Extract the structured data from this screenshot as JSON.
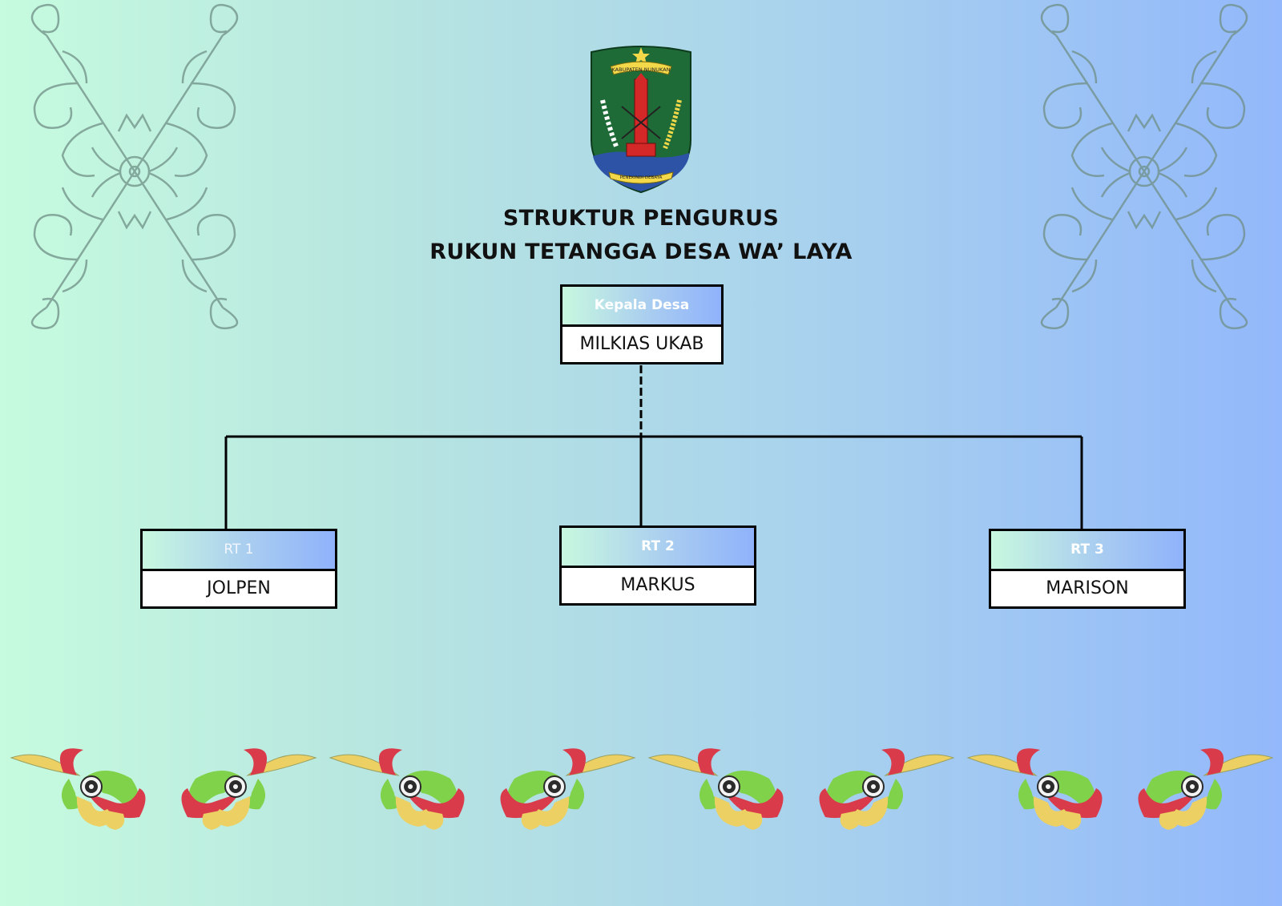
{
  "emblem": {
    "name": "kabupaten-nunukan-emblem",
    "banner_top": "KABUPATEN NUNUKAN",
    "banner_bottom": "PENEKINDI DEBAYA",
    "colors": {
      "shield": "#1e6b37",
      "water": "#2c53a6",
      "tower": "#d42727",
      "ribbon": "#f3d84a"
    }
  },
  "title": {
    "line1": "STRUKTUR PENGURUS",
    "line2": "RUKUN TETANGGA DESA WA’ LAYA"
  },
  "org_chart": {
    "head": {
      "role": "Kepala Desa",
      "name": "MILKIAS UKAB"
    },
    "members": [
      {
        "role": "RT 1",
        "name": "JOLPEN"
      },
      {
        "role": "RT 2",
        "name": "MARKUS"
      },
      {
        "role": "RT 3",
        "name": "MARISON"
      }
    ]
  },
  "decorations": {
    "corner_ornament": "dayak-pattern-icon",
    "bottom_border": "dayak-flower-icon",
    "colors": {
      "ornament_stroke": "#6f8f86",
      "petal_red": "#d93b4a",
      "petal_yellow": "#ecd064",
      "petal_green": "#7fd24a",
      "center": "#2b2b2b"
    }
  }
}
